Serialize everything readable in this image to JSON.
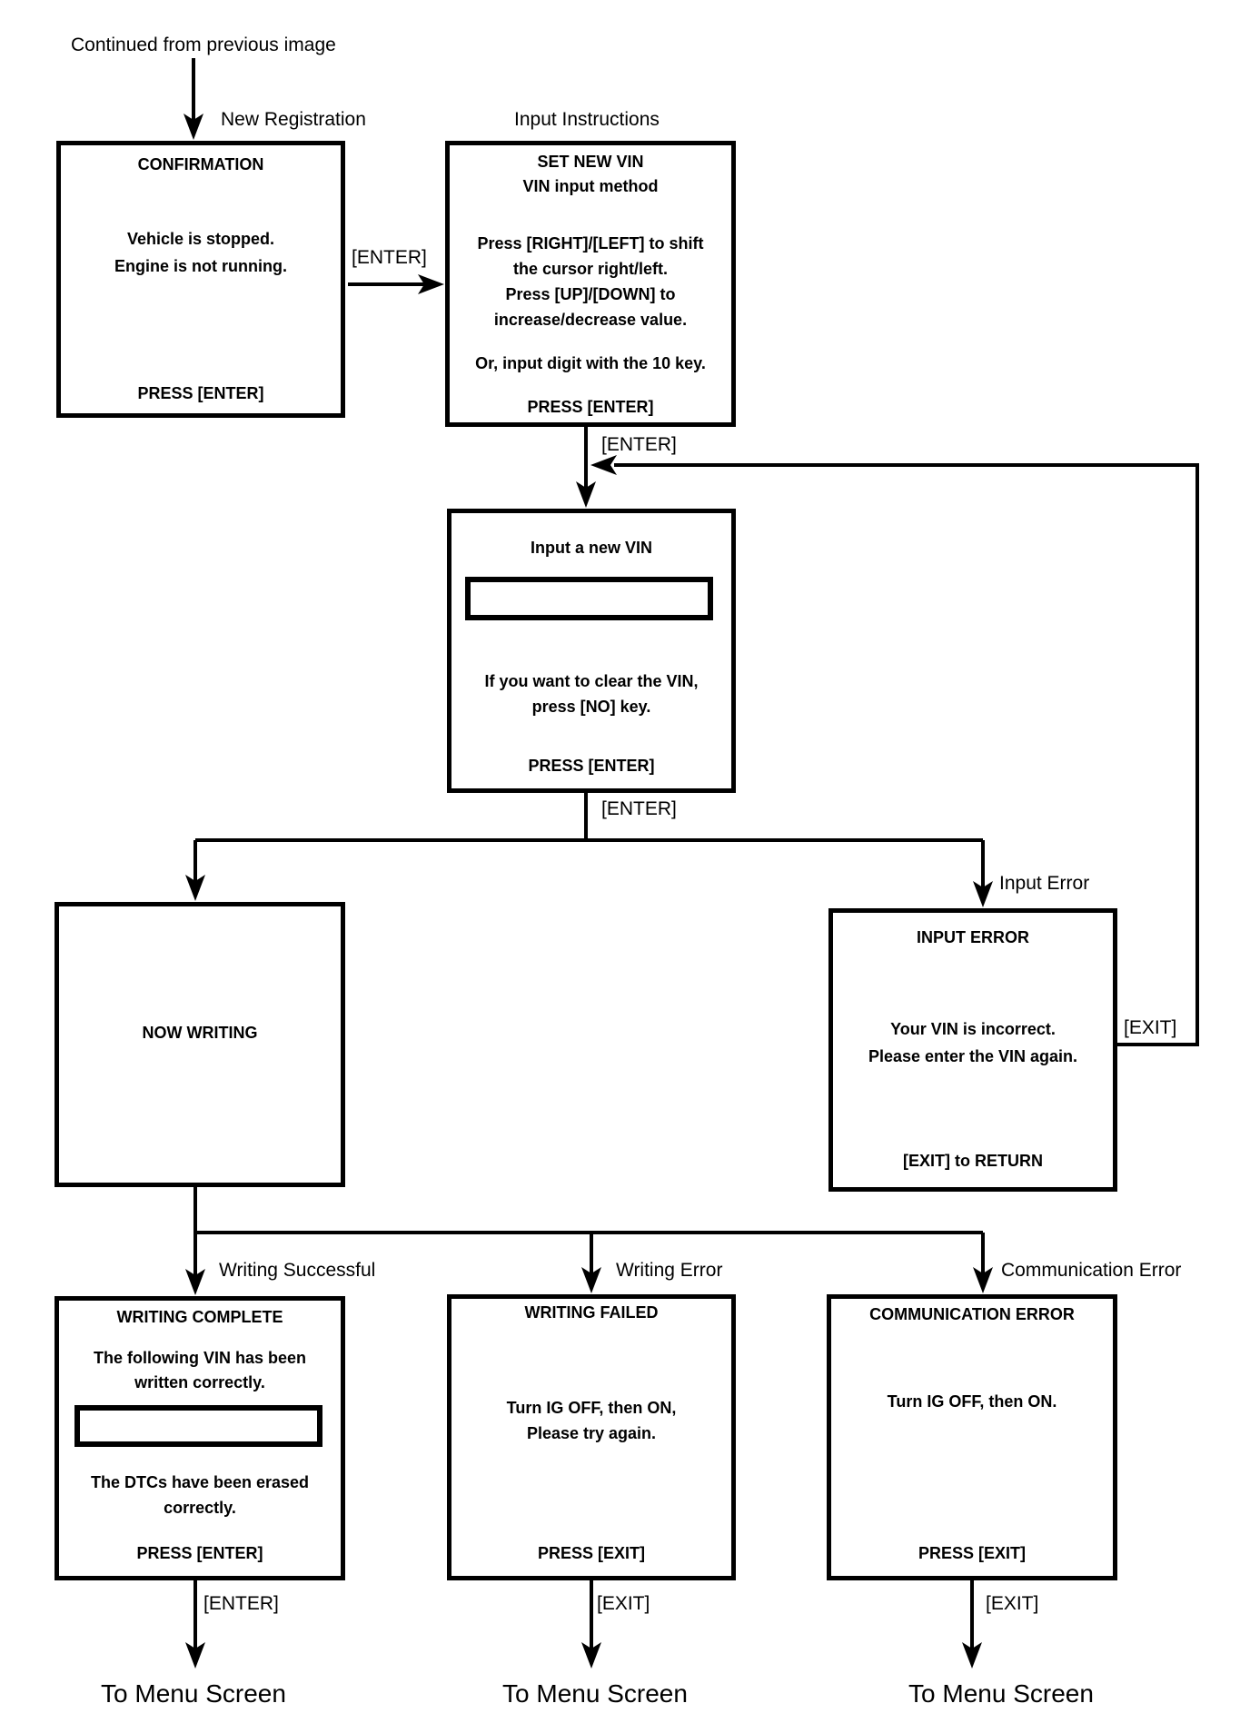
{
  "colors": {
    "ink": "#000000",
    "paper": "#ffffff"
  },
  "header": {
    "continued_from": "Continued from previous image"
  },
  "connector_labels": {
    "enter": "[ENTER]",
    "exit": "[EXIT]"
  },
  "branch_labels": {
    "new_registration": "New Registration",
    "input_instructions": "Input Instructions",
    "input_error": "Input Error",
    "writing_successful": "Writing Successful",
    "writing_error": "Writing Error",
    "communication_error": "Communication Error"
  },
  "footer": {
    "to_menu_screen": "To Menu Screen"
  },
  "screens": {
    "confirmation": {
      "title": "CONFIRMATION",
      "body1": "Vehicle is stopped.",
      "body2": "Engine is not running.",
      "action": "PRESS [ENTER]"
    },
    "set_new_vin": {
      "title": "SET NEW VIN",
      "subtitle": "VIN input method",
      "body1": "Press [RIGHT]/[LEFT] to shift",
      "body2": "the cursor right/left.",
      "body3": "Press [UP]/[DOWN] to",
      "body4": "increase/decrease value.",
      "body5": "Or, input digit with the 10 key.",
      "action": "PRESS [ENTER]"
    },
    "input_new_vin": {
      "title": "Input a new VIN",
      "vin_field_value": "",
      "body1": "If you want to clear the VIN,",
      "body2": "press [NO] key.",
      "action": "PRESS [ENTER]"
    },
    "now_writing": {
      "title": "NOW WRITING"
    },
    "input_error": {
      "title": "INPUT ERROR",
      "body1": "Your VIN is incorrect.",
      "body2": "Please enter the VIN again.",
      "action": "[EXIT] to RETURN"
    },
    "writing_complete": {
      "title": "WRITING COMPLETE",
      "body1": "The following VIN has been",
      "body2": "written correctly.",
      "vin_field_value": "",
      "body3": "The DTCs have been erased",
      "body4": "correctly.",
      "action": "PRESS [ENTER]"
    },
    "writing_failed": {
      "title": "WRITING FAILED",
      "body1": "Turn IG OFF, then ON,",
      "body2": "Please try again.",
      "action": "PRESS [EXIT]"
    },
    "communication_error": {
      "title": "COMMUNICATION ERROR",
      "body1": "Turn IG OFF, then ON.",
      "action": "PRESS [EXIT]"
    }
  }
}
